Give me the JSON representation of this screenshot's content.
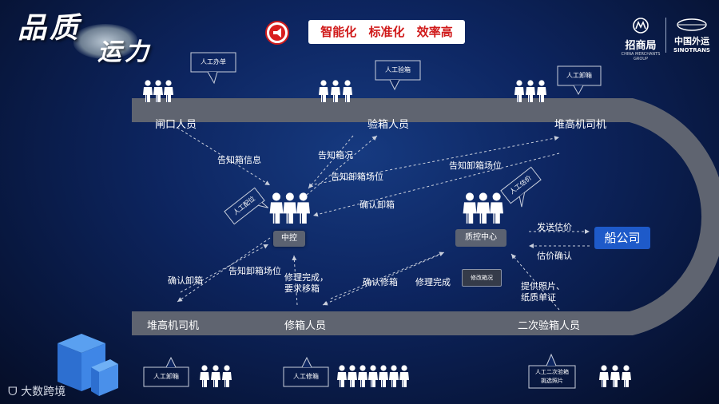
{
  "header": {
    "brand_line1": "品质",
    "brand_line2": "运力",
    "slogan": "智能化 标准化 效率高",
    "logo_cm_name": "招商局",
    "logo_cm_sub": "CHINA MERCHANTS GROUP",
    "logo_st_name": "中国外运",
    "logo_st_sub": "SINOTRANS"
  },
  "track": {
    "top_labels": [
      "闸口人员",
      "验箱人员",
      "堆高机司机"
    ],
    "bottom_labels": [
      "堆高机司机",
      "修箱人员",
      "二次验箱人员"
    ]
  },
  "callouts": {
    "gate": "人工办单",
    "inspect": "人工验箱",
    "stacker_top": "人工卸箱",
    "central": "人工配位",
    "qc": "人工估价",
    "stacker_bottom": "人工卸箱",
    "repair": "人工修箱",
    "second_line1": "人工二次验箱",
    "second_line2": "挑选照片"
  },
  "nodes": {
    "central": "中控",
    "qc": "质控中心",
    "repair_status": "修改箱况",
    "ship_company": "船公司"
  },
  "flows": {
    "notify_info": "告知箱信息",
    "notify_condition": "告知箱况",
    "notify_unload_pos": "告知卸箱场位",
    "notify_unload_pos2": "告知卸箱场位",
    "confirm_unload": "确认卸箱",
    "confirm_unload_left": "确认卸箱",
    "notify_unload_pos3": "告知卸箱场位",
    "repair_done_move_1": "修理完成，",
    "repair_done_move_2": "要求移箱",
    "confirm_repair": "确认修箱",
    "repair_done": "修理完成",
    "send_estimate": "发送估价",
    "estimate_confirm": "估价确认",
    "provide_photos_1": "提供照片、",
    "provide_photos_2": "纸质单证"
  },
  "footer": {
    "watermark": "大数跨境"
  },
  "colors": {
    "background": "#0d2560",
    "track": "#5f6470",
    "node": "#5b6271",
    "ship_company": "#1e5ac9",
    "slogan_text": "#d01a1a"
  }
}
